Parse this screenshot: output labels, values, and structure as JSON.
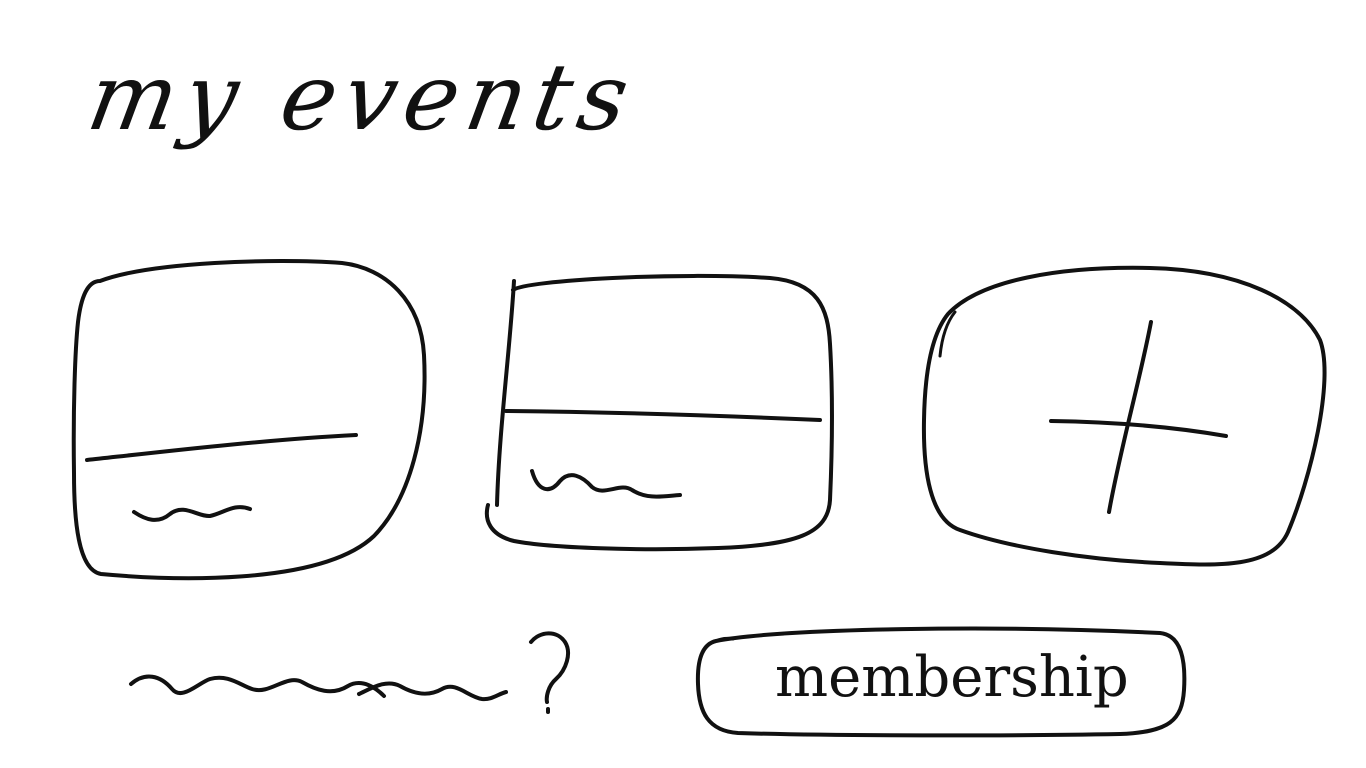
{
  "page": {
    "title": "my events"
  },
  "events": [
    {
      "name": "event-card-1"
    },
    {
      "name": "event-card-2"
    }
  ],
  "add_event": {
    "icon": "plus-icon"
  },
  "footer": {
    "question_mark": "?",
    "membership_label": "membership"
  }
}
